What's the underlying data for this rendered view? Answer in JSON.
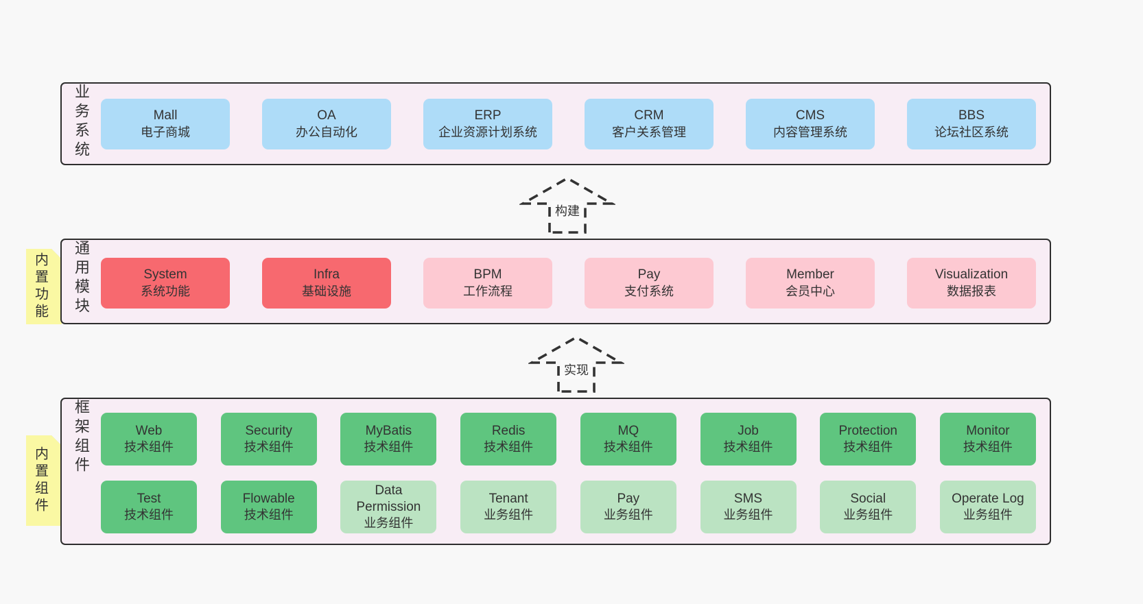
{
  "colors": {
    "page_bg": "#f8f8f8",
    "band_bg": "#f8edf5",
    "band_border": "#2e2e2e",
    "box_blue": "#aedcf8",
    "box_red": "#f7696f",
    "box_pink": "#fdc9d2",
    "box_green_dark": "#5fc57f",
    "box_green_light": "#bbe3c2",
    "note_bg": "#faf8a3",
    "note_fold": "#c4c4c4",
    "text": "#333333"
  },
  "arrows": [
    {
      "label": "构建"
    },
    {
      "label": "实现"
    }
  ],
  "bands": [
    {
      "label": "业务系统",
      "boxes": [
        {
          "title": "Mall",
          "subtitle": "电子商城",
          "color": "blue"
        },
        {
          "title": "OA",
          "subtitle": "办公自动化",
          "color": "blue"
        },
        {
          "title": "ERP",
          "subtitle": "企业资源计划系统",
          "color": "blue"
        },
        {
          "title": "CRM",
          "subtitle": "客户关系管理",
          "color": "blue"
        },
        {
          "title": "CMS",
          "subtitle": "内容管理系统",
          "color": "blue"
        },
        {
          "title": "BBS",
          "subtitle": "论坛社区系统",
          "color": "blue"
        }
      ]
    },
    {
      "label": "通用模块",
      "note": "内置功能",
      "boxes": [
        {
          "title": "System",
          "subtitle": "系统功能",
          "color": "red"
        },
        {
          "title": "Infra",
          "subtitle": "基础设施",
          "color": "red"
        },
        {
          "title": "BPM",
          "subtitle": "工作流程",
          "color": "pink"
        },
        {
          "title": "Pay",
          "subtitle": "支付系统",
          "color": "pink"
        },
        {
          "title": "Member",
          "subtitle": "会员中心",
          "color": "pink"
        },
        {
          "title": "Visualization",
          "subtitle": "数据报表",
          "color": "pink"
        }
      ]
    },
    {
      "label": "框架组件",
      "note": "内置组件",
      "rows": [
        [
          {
            "title": "Web",
            "subtitle": "技术组件",
            "color": "green-dark"
          },
          {
            "title": "Security",
            "subtitle": "技术组件",
            "color": "green-dark"
          },
          {
            "title": "MyBatis",
            "subtitle": "技术组件",
            "color": "green-dark"
          },
          {
            "title": "Redis",
            "subtitle": "技术组件",
            "color": "green-dark"
          },
          {
            "title": "MQ",
            "subtitle": "技术组件",
            "color": "green-dark"
          },
          {
            "title": "Job",
            "subtitle": "技术组件",
            "color": "green-dark"
          },
          {
            "title": "Protection",
            "subtitle": "技术组件",
            "color": "green-dark"
          },
          {
            "title": "Monitor",
            "subtitle": "技术组件",
            "color": "green-dark"
          }
        ],
        [
          {
            "title": "Test",
            "subtitle": "技术组件",
            "color": "green-dark"
          },
          {
            "title": "Flowable",
            "subtitle": "技术组件",
            "color": "green-dark"
          },
          {
            "title": "Data Permission",
            "subtitle": "业务组件",
            "color": "green-light"
          },
          {
            "title": "Tenant",
            "subtitle": "业务组件",
            "color": "green-light"
          },
          {
            "title": "Pay",
            "subtitle": "业务组件",
            "color": "green-light"
          },
          {
            "title": "SMS",
            "subtitle": "业务组件",
            "color": "green-light"
          },
          {
            "title": "Social",
            "subtitle": "业务组件",
            "color": "green-light"
          },
          {
            "title": "Operate Log",
            "subtitle": "业务组件",
            "color": "green-light"
          }
        ]
      ]
    }
  ]
}
